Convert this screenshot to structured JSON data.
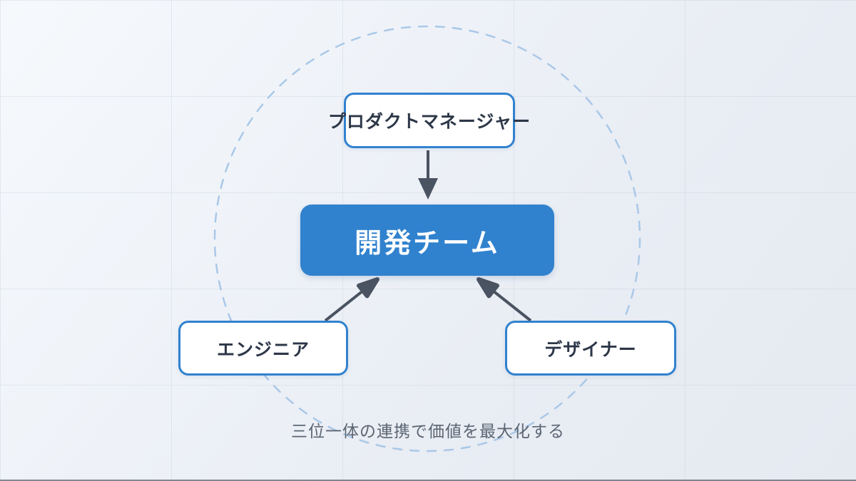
{
  "diagram": {
    "nodes": {
      "product_manager": {
        "label": "プロダクトマネージャー"
      },
      "dev_team": {
        "label": "開発チーム"
      },
      "engineer": {
        "label": "エンジニア"
      },
      "designer": {
        "label": "デザイナー"
      }
    },
    "caption": "三位一体の連携で価値を最大化する",
    "colors": {
      "accent_blue": "#3182ce",
      "node_border": "#3182ce",
      "node_text": "#2d3748",
      "center_text": "#ffffff",
      "arrow": "#4a5361",
      "dashed_circle": "#aac8e8",
      "caption_text": "#5b6673",
      "background_start": "#f6f9fc",
      "background_end": "#e5eaf1"
    }
  }
}
